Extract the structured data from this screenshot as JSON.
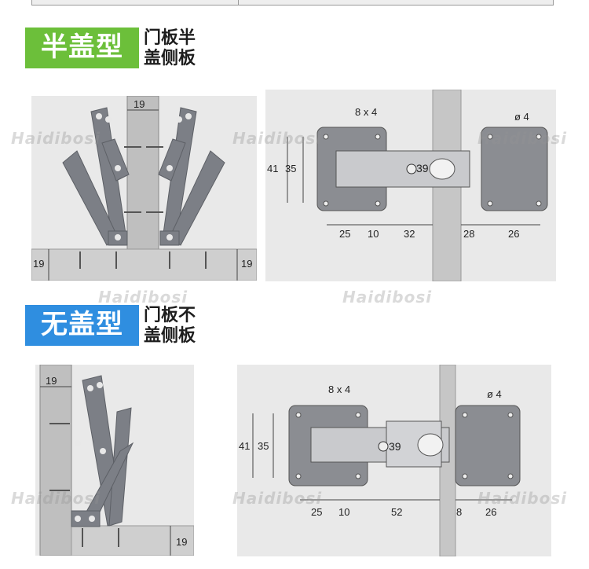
{
  "watermark": "Haidibosi",
  "section_half": {
    "badge": "半盖型",
    "desc_line1": "门板半",
    "desc_line2": "盖侧板",
    "color": "#6cbf3a",
    "side": {
      "thickness": "19",
      "panel_thickness": "19",
      "left_label": "19"
    },
    "plan": {
      "slot": "8 x 4",
      "hole": "ø 4",
      "h41": "41",
      "h35": "35",
      "cup": "39",
      "d1": "25",
      "d2": "10",
      "d3": "32",
      "d4": "28",
      "d5": "26"
    }
  },
  "section_none": {
    "badge": "无盖型",
    "desc_line1": "门板不",
    "desc_line2": "盖侧板",
    "color": "#2f8ee0",
    "side": {
      "thickness": "19",
      "panel_thickness": "19"
    },
    "plan": {
      "slot": "8 x 4",
      "hole": "ø 4",
      "h41": "41",
      "h35": "35",
      "cup": "39",
      "d1": "25",
      "d2": "10",
      "d3": "52",
      "d4": "8",
      "d5": "26"
    }
  }
}
